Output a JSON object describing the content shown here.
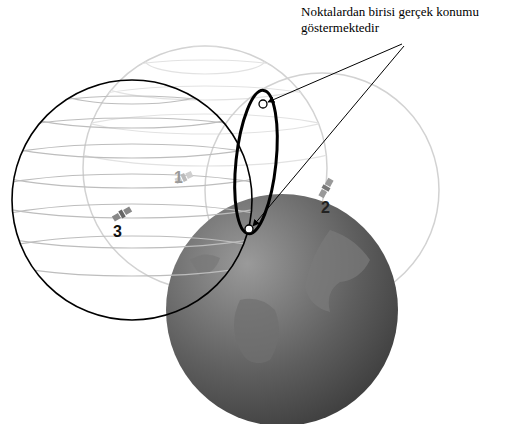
{
  "diagram": {
    "labels": [
      "Noktalardan birisi gerçek konumu göstermektedir",
      "1",
      "2",
      "3"
    ]
  }
}
